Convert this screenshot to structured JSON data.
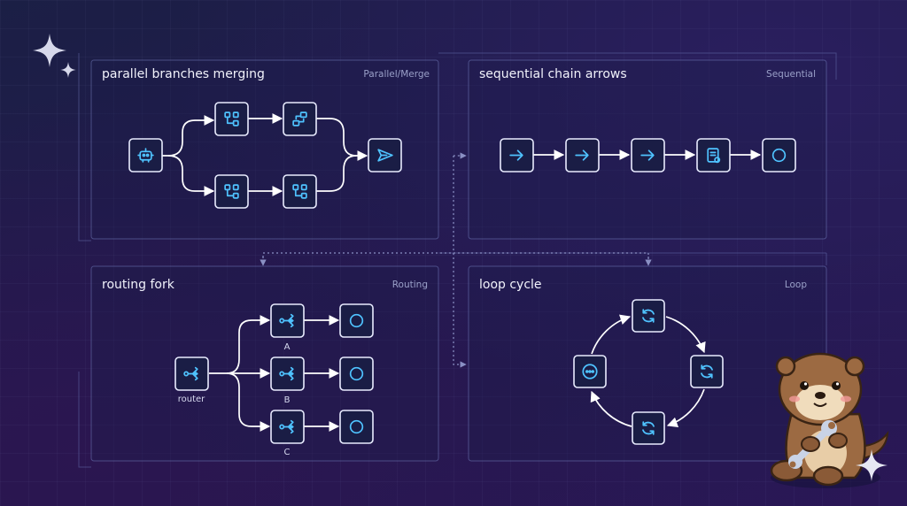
{
  "panels": {
    "parallel": {
      "title": "parallel branches merging",
      "tag": "Parallel/Merge"
    },
    "sequential": {
      "title": "sequential chain arrows",
      "tag": "Sequential"
    },
    "routing": {
      "title": "routing fork",
      "tag": "Routing",
      "router_label": "router",
      "branch_labels": [
        "A",
        "B",
        "C"
      ]
    },
    "loop": {
      "title": "loop cycle",
      "tag": "Loop"
    }
  },
  "icons": {
    "parallel": [
      "robot-icon",
      "split-boxes-icon",
      "swap-boxes-icon",
      "split-boxes-icon",
      "split-boxes-icon",
      "send-icon"
    ],
    "sequential": [
      "arrow-right-icon",
      "arrow-right-icon",
      "arrow-right-icon",
      "document-icon",
      "circle-icon"
    ],
    "routing": [
      "fork-icon",
      "fork-icon",
      "fork-icon",
      "fork-icon",
      "circle-icon",
      "circle-icon",
      "circle-icon"
    ],
    "loop": [
      "refresh-icon",
      "refresh-icon",
      "refresh-icon",
      "chat-icon"
    ]
  },
  "colors": {
    "icon_accent": "#4fc3ff",
    "node_stroke": "#e9ecff",
    "background": "#221a4e"
  },
  "decorations": [
    "sparkle-icon",
    "otter-mascot-with-wrench"
  ]
}
